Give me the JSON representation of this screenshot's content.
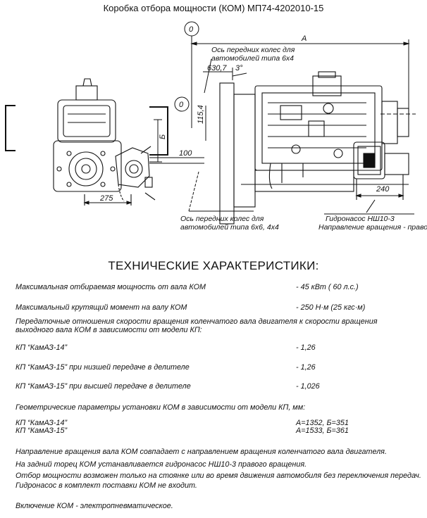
{
  "title": "Коробка отбора мощности (КОМ) МП74-4202010-15",
  "drawing": {
    "circle_label_top": "0",
    "circle_label_mid": "0",
    "dim_A": "A",
    "dim_B": "Б",
    "dim_100": "100",
    "dim_275": "275",
    "dim_1154": "115,4",
    "dim_6307": "630,7",
    "dim_angle": "3°",
    "dim_240": "240",
    "label_axle_6x4_l1": "Ось передних колес для",
    "label_axle_6x4_l2": "автомобилей типа 6х4",
    "label_axle_6x6_l1": "Ось передних колес для",
    "label_axle_6x6_l2": "автомобилей типа 6х6, 4х4",
    "label_pump_l1": "Гидронасос НШ10-3",
    "label_pump_l2": "Направление вращения - правое"
  },
  "heading": "ТЕХНИЧЕСКИЕ ХАРАКТЕРИСТИКИ:",
  "specs": {
    "max_power_label": "Максимальная отбираемая мощность от вала КОМ",
    "max_power_value": "-  45 кВт ( 60 л.с.)",
    "max_torque_label": "Максимальный крутящий момент на валу КОМ",
    "max_torque_value": "- 250 Н·м (25 кгс·м)",
    "ratio_intro_l1": "Передаточные отношения скорости вращения коленчатого вала двигателя к скорости вращения",
    "ratio_intro_l2": "выходного вала КОМ в зависимости от модели КП:",
    "kamaz14_label": "КП “КамАЗ-14”",
    "kamaz14_value": "- 1,26",
    "kamaz15_low_label": "КП “КамАЗ-15”  при низшей передаче в делителе",
    "kamaz15_low_value": "- 1,26",
    "kamaz15_high_label": "КП “КамАЗ-15”  при  высшей передаче в делителе",
    "kamaz15_high_value": "- 1,026",
    "geom_intro": "Геометрические параметры установки КОМ в зависимости от модели КП, мм:",
    "geom_kamaz14_label": "КП “КамАЗ-14”",
    "geom_kamaz15_label": "КП “КамАЗ-15”",
    "geom_kamaz14_value": "А=1352,  Б=351",
    "geom_kamaz15_value": "А=1533,  Б=361"
  },
  "notes": {
    "n1": "Направление вращения вала  КОМ  совпадает с направлением вращения коленчатого вала двигателя.",
    "n2": "На задний торец  КОМ  устанавливается гидронасос НШ10-3  правого вращения.",
    "n3": "Отбор мощности возможен только на стоянке или во время движения автомобиля без переключения передач.",
    "n4": "Гидронасос в комплект поставки  КОМ  не входит.",
    "n5": "Включение КОМ - электропневматическое."
  }
}
